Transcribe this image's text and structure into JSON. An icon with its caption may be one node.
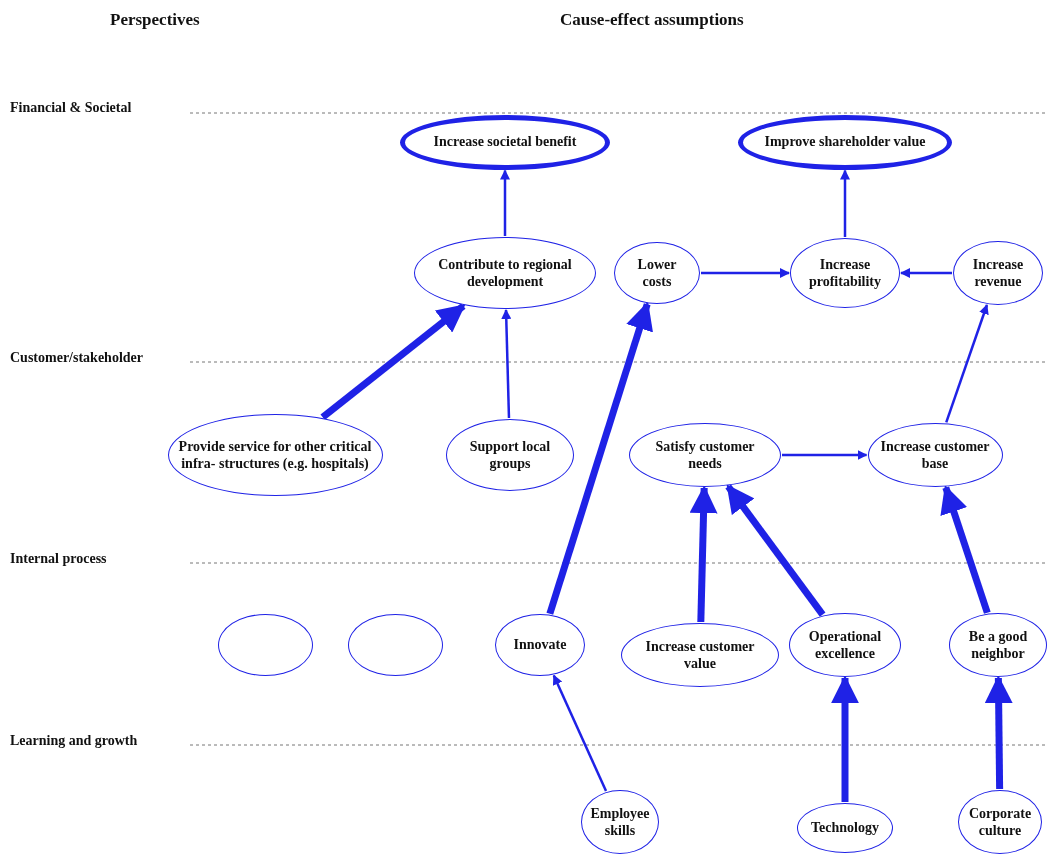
{
  "diagram": {
    "nodes": [
      {
        "text": [
          "Increase societal benefit"
        ]
      },
      {
        "text": [
          "Improve shareholder value"
        ]
      },
      {
        "text": [
          "Contribute to regional development"
        ]
      },
      {
        "text": [
          "Lower costs"
        ]
      },
      {
        "text": [
          "Increase profitability"
        ]
      },
      {
        "text": [
          "Increase revenue"
        ]
      },
      {
        "text": [
          "Provide service for other critical infra- structures (e.g. hospitals)"
        ]
      },
      {
        "text": [
          "Support local groups"
        ]
      },
      {
        "text": [
          "Satisfy customer needs"
        ]
      },
      {
        "text": [
          "Increase customer base"
        ]
      },
      {
        "text": [],
        "shape": "circle"
      },
      {
        "text": [],
        "shape": "circle"
      },
      {
        "text": [
          "Innovate"
        ]
      },
      {
        "text": [
          "Increase customer value"
        ]
      },
      {
        "text": [
          "Operational excellence"
        ]
      },
      {
        "text": [
          "Be a good neighbor"
        ]
      },
      {
        "text": [
          "Employee skills"
        ]
      },
      {
        "text": [
          "Technology"
        ]
      },
      {
        "text": [
          "Corporate culture"
        ]
      }
    ],
    "edges": [
      {
        "from": 2,
        "to": 0,
        "arrow": "to"
      },
      {
        "from": 4,
        "to": 1,
        "arrow": "to"
      },
      {
        "from": 3,
        "to": 4,
        "arrow": "to"
      },
      {
        "from": 5,
        "to": 4,
        "arrow": "to"
      },
      {
        "from": 6,
        "to": 2,
        "arrow": "to",
        "style": "thick"
      },
      {
        "from": 7,
        "to": 2,
        "arrow": "to"
      },
      {
        "from": 12,
        "to": 3,
        "arrow": "to",
        "style": "thick"
      },
      {
        "from": 9,
        "to": 5,
        "arrow": "to"
      },
      {
        "from": 8,
        "to": 9,
        "arrow": "to"
      },
      {
        "from": 13,
        "to": 8,
        "arrow": "to",
        "style": "thick"
      },
      {
        "from": 14,
        "to": 8,
        "arrow": "to",
        "style": "thick"
      },
      {
        "from": 15,
        "to": 9,
        "arrow": "to",
        "style": "thick"
      },
      {
        "from": 16,
        "to": 12,
        "arrow": "to"
      },
      {
        "from": 17,
        "to": 14,
        "arrow": "to",
        "style": "thick"
      },
      {
        "from": 18,
        "to": 15,
        "arrow": "to",
        "style": "thick"
      }
    ],
    "labels": [
      "Perspectives",
      "Cause-effect assumptions",
      "Financial & Societal",
      "Customer/stakeholder",
      "Internal process",
      "Learning and growth"
    ]
  }
}
